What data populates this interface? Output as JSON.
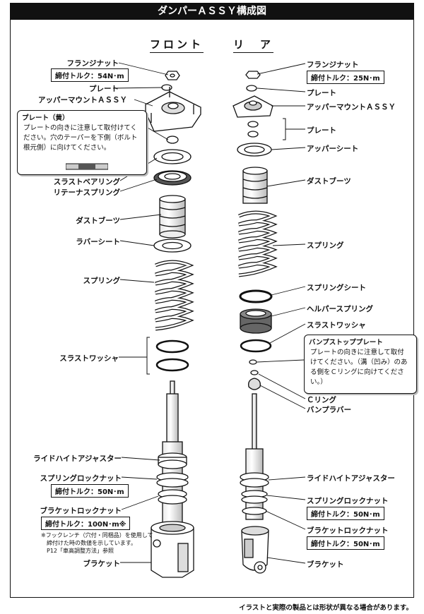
{
  "title": "ダンパーＡＳＳＹ構成図",
  "columns": {
    "front": "フロント",
    "rear": "リ　ア"
  },
  "front": {
    "flange_nut": "フランジナット",
    "flange_nut_torque": "締付トルク：54N･m",
    "plate": "プレート",
    "upper_mount": "アッパーマウントＡＳＳＹ",
    "plate_note_title": "プレート（黄）",
    "plate_note_body": "プレートの向きに注意して取付けてください。穴のテーパーを下側（ボルト根元側）に向けてください。",
    "thrust_bearing": "スラストベアリング",
    "retainer_spring": "リテーナスプリング",
    "dust_boots": "ダストブーツ",
    "rubber_seat": "ラバーシート",
    "spring": "スプリング",
    "thrust_washer": "スラストワッシャ",
    "ride_height_adjuster": "ライドハイトアジャスター",
    "spring_lock_nut": "スプリングロックナット",
    "spring_lock_nut_torque": "締付トルク：50N･m",
    "bracket_lock_nut": "ブラケットロックナット",
    "bracket_lock_nut_torque": "締付トルク：100N･m※",
    "hook_wrench_note_1": "※フックレンチ（穴付・同梱品）を使用して",
    "hook_wrench_note_2": "締付けた時の数値を示しています。",
    "hook_wrench_note_3": "P12「車高調整方法」参照",
    "bracket": "ブラケット"
  },
  "rear": {
    "flange_nut": "フランジナット",
    "flange_nut_torque": "締付トルク：25N･m",
    "plate": "プレート",
    "upper_mount": "アッパーマウントＡＳＳＹ",
    "plate2": "プレート",
    "upper_seat": "アッパーシート",
    "dust_boots": "ダストブーツ",
    "spring": "スプリング",
    "spring_seat": "スプリングシート",
    "helper_spring": "ヘルパースプリング",
    "thrust_washer": "スラストワッシャ",
    "bump_stop_title": "バンプストッププレート",
    "bump_stop_body": "プレートの向きに注意して取付けてください。（溝（凹み）のある側をＣリングに向けてください。）",
    "c_ring": "Ｃリング",
    "bump_rubber": "バンプラバー",
    "ride_height_adjuster": "ライドハイトアジャスター",
    "spring_lock_nut": "スプリングロックナット",
    "spring_lock_nut_torque": "締付トルク：50N･m",
    "bracket_lock_nut": "ブラケットロックナット",
    "bracket_lock_nut_torque": "締付トルク：50N･m",
    "bracket": "ブラケット"
  },
  "disclaimer": "イラストと実際の製品とは形状が異なる場合があります。"
}
